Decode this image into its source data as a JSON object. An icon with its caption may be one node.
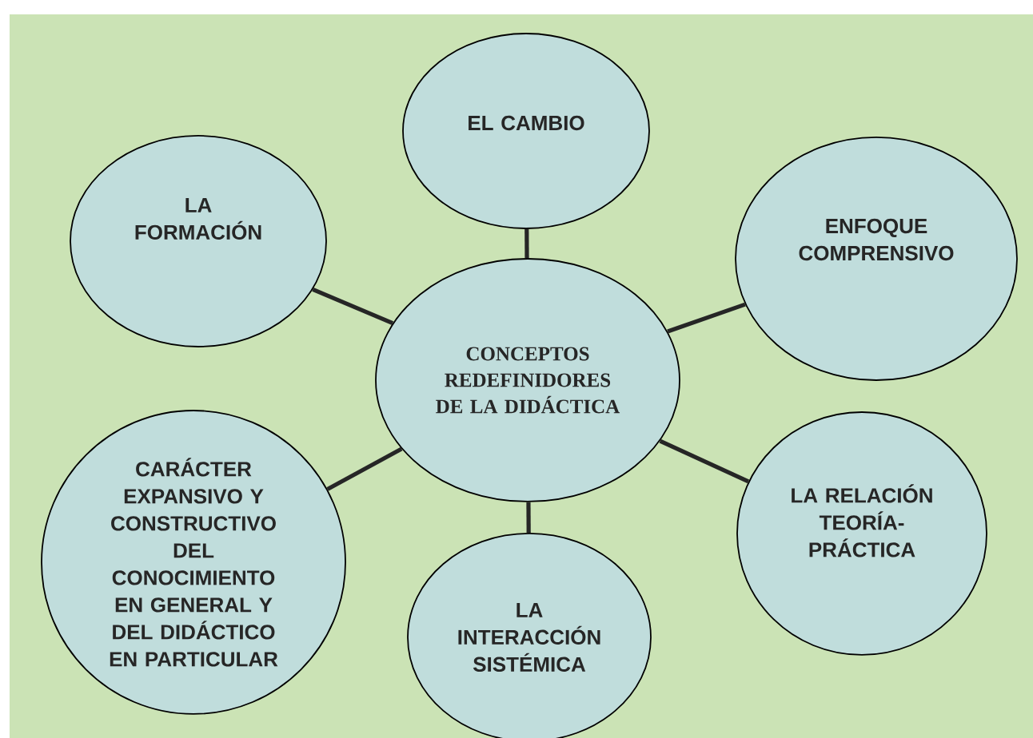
{
  "diagram": {
    "nodes": [
      {
        "text": [
          "CONCEPTOS REDEFINIDORES DE LA DIDÁCTICA"
        ]
      },
      {
        "text": [
          "EL CAMBIO"
        ]
      },
      {
        "text": [
          "ENFOQUE COMPRENSIVO"
        ]
      },
      {
        "text": [
          "LA RELACIÓN TEORÍA-PRÁCTICA"
        ]
      },
      {
        "text": [
          "LA INTERACCIÓN SISTÉMICA"
        ]
      },
      {
        "text": [
          "CARÁCTER EXPANSIVO Y CONSTRUCTIVO DEL CONOCIMIENTO EN GENERAL Y DEL DIDÁCTICO EN PARTICULAR"
        ]
      },
      {
        "text": [
          "LA FORMACIÓN"
        ]
      }
    ],
    "edges": [
      {
        "from": 0,
        "to": 1,
        "arrow": "none"
      },
      {
        "from": 0,
        "to": 2,
        "arrow": "none"
      },
      {
        "from": 0,
        "to": 3,
        "arrow": "none"
      },
      {
        "from": 0,
        "to": 4,
        "arrow": "none"
      },
      {
        "from": 0,
        "to": 5,
        "arrow": "none"
      },
      {
        "from": 0,
        "to": 6,
        "arrow": "none"
      }
    ]
  }
}
